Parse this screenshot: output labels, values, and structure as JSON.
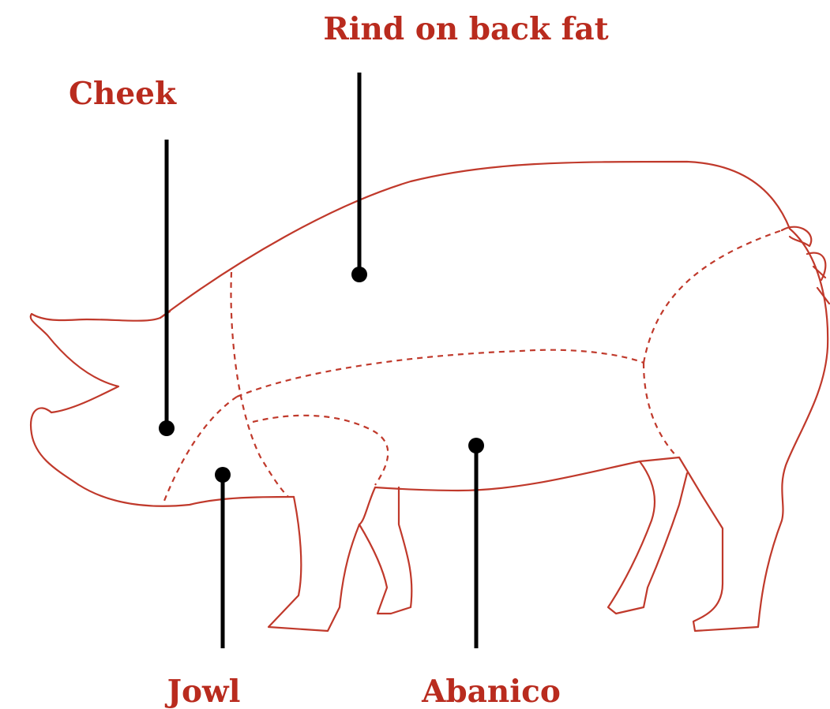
{
  "labels": {
    "rind": "Rind on back fat",
    "cheek": "Cheek",
    "jowl": "Jowl",
    "abanico": "Abanico"
  },
  "colors": {
    "label": "#b92b1e",
    "outline": "#c0392b",
    "leader": "#000000"
  }
}
